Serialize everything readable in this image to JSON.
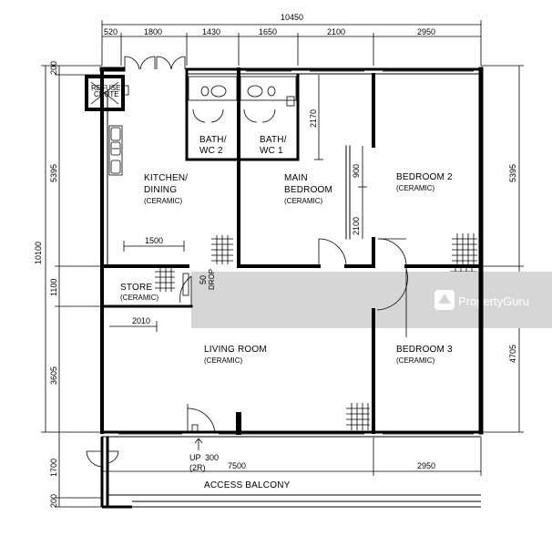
{
  "dimensions": {
    "top_total": "10450",
    "top_segments": [
      "520",
      "1800",
      "1430",
      "1650",
      "2100",
      "2950"
    ],
    "left_total": "10100",
    "left_segments": [
      "200",
      "5395",
      "1100",
      "3605",
      "1700",
      "200"
    ],
    "right_segments": [
      "5395",
      "4705"
    ],
    "bottom_segments": [
      "7500",
      "2950"
    ],
    "inner": {
      "kitchen_width": "1500",
      "store_width": "2010",
      "main_bed_depth": "2170",
      "wardrobe": "900",
      "main_bed_door": "2100",
      "store_door": "50"
    }
  },
  "rooms": {
    "refuse_chute": [
      "REFUSE",
      "CHUTE"
    ],
    "bath_wc_2": [
      "BATH/",
      "WC 2"
    ],
    "bath_wc_1": [
      "BATH/",
      "WC 1"
    ],
    "kitchen": [
      "KITCHEN/",
      "DINING"
    ],
    "kitchen_finish": "(CERAMIC)",
    "main_bedroom": [
      "MAIN",
      "BEDROOM"
    ],
    "main_bedroom_finish": "(CERAMIC)",
    "bedroom_2": "BEDROOM 2",
    "bedroom_2_finish": "(CERAMIC)",
    "store": "STORE",
    "store_finish": "(CERAMIC)",
    "drop": "DROP",
    "living_room": "LIVING ROOM",
    "living_room_finish": "(CERAMIC)",
    "bedroom_3": "BEDROOM 3",
    "bedroom_3_finish": "(CERAMIC)",
    "access_balcony": "ACCESS BALCONY"
  },
  "entrance": {
    "step": "UP",
    "height": "300",
    "risers": "(2R)"
  },
  "watermark": "PropertyGuru"
}
